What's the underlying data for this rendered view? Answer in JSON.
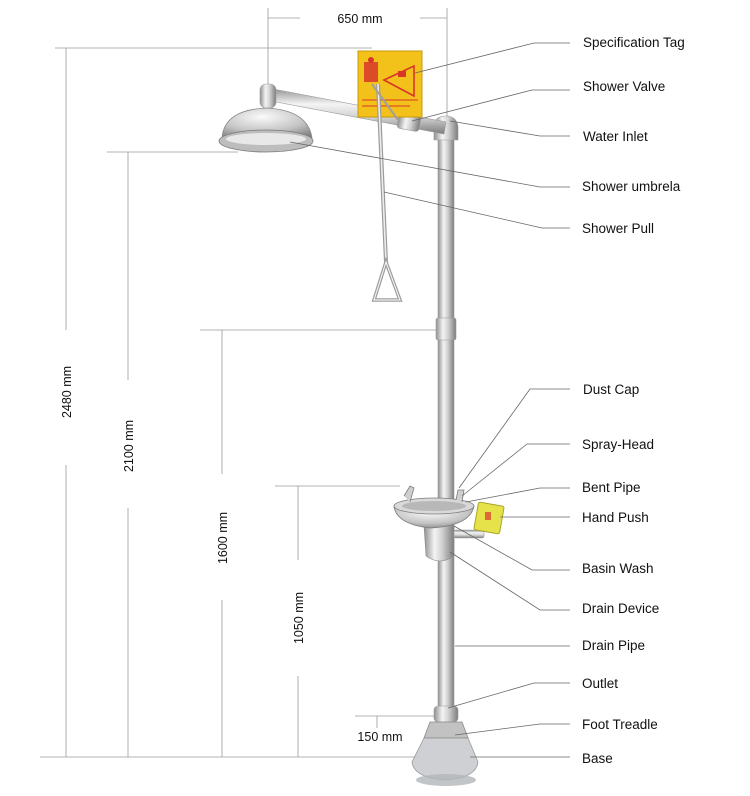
{
  "labels": {
    "spec_tag": "Specification Tag",
    "shower_valve": "Shower Valve",
    "water_inlet": "Water Inlet",
    "shower_umbrella": "Shower umbrela",
    "shower_pull": "Shower Pull",
    "dust_cap": "Dust Cap",
    "spray_head": "Spray-Head",
    "bent_pipe": "Bent Pipe",
    "hand_push": "Hand Push",
    "basin_wash": "Basin Wash",
    "drain_device": "Drain Device",
    "drain_pipe": "Drain Pipe",
    "outlet": "Outlet",
    "foot_treadle": "Foot Treadle",
    "base": "Base"
  },
  "dimensions": {
    "arm_width": "650 mm",
    "total_height": "2480 mm",
    "umbrella_height": "2100 mm",
    "pull_height": "1600 mm",
    "basin_height": "1050 mm",
    "outlet_height": "150 mm"
  },
  "colors": {
    "sign_yellow": "#f2c21b",
    "sign_red": "#d8362a",
    "steel": "#c9c9c9",
    "hand_push_yellow": "#e6e24a"
  }
}
